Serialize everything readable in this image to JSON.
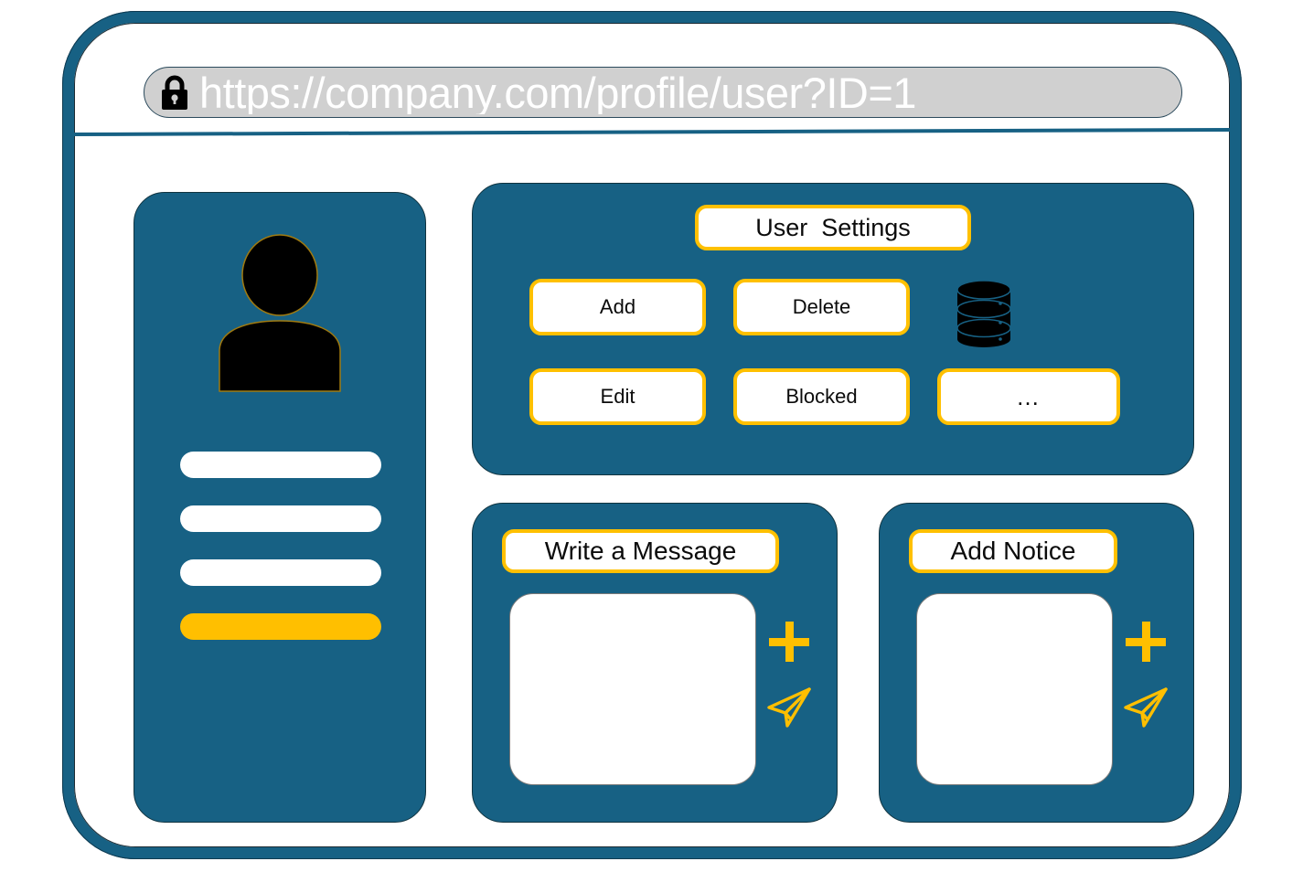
{
  "browser": {
    "url": "https://company.com/profile/user?ID=1",
    "lock_icon": "lock-icon",
    "secure": "secure"
  },
  "profile": {
    "avatar_icon": "user-avatar-icon",
    "lines": [
      {
        "name": "profile-line-1",
        "style": "white"
      },
      {
        "name": "profile-line-2",
        "style": "white"
      },
      {
        "name": "profile-line-3",
        "style": "white"
      },
      {
        "name": "profile-line-4",
        "style": "accent"
      }
    ]
  },
  "settings": {
    "title": "User  Settings",
    "buttons": [
      {
        "label": "Add"
      },
      {
        "label": "Delete"
      },
      {
        "label": "Edit"
      },
      {
        "label": "Blocked"
      },
      {
        "label": "…"
      }
    ],
    "database_icon": "database-icon"
  },
  "composers": [
    {
      "title": "Write a Message",
      "textarea_value": "",
      "add_icon": "plus-icon",
      "send_icon": "paper-plane-icon"
    },
    {
      "title": "Add Notice",
      "textarea_value": "",
      "add_icon": "plus-icon",
      "send_icon": "paper-plane-icon"
    }
  ],
  "colors": {
    "panel_teal": "#176184",
    "accent_amber": "#ffbf00",
    "button_border_gold": "#ffc000",
    "urlbar_gray": "#d0d0d0",
    "frame_outline": "#10333f"
  }
}
